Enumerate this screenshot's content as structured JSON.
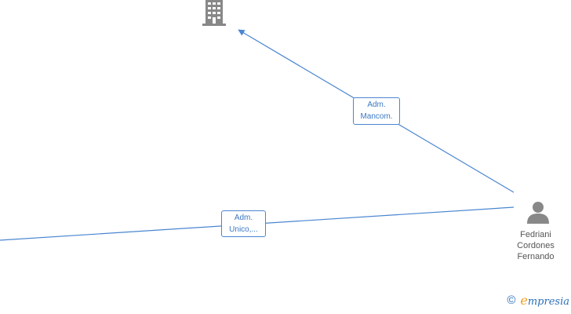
{
  "colors": {
    "edge": "#4a86d0",
    "label_text": "#3b77c4",
    "icon": "#888888",
    "person_text": "#555555",
    "brand": "#2a6fb8",
    "brand_accent": "#f0a020"
  },
  "nodes": {
    "company": {
      "icon": "building-icon"
    },
    "person": {
      "icon": "person-icon",
      "name_lines": [
        "Fedriani",
        "Cordones",
        "Fernando"
      ]
    }
  },
  "edges": {
    "to_company": {
      "label_lines": [
        "Adm.",
        "Mancom."
      ]
    },
    "to_left": {
      "label_lines": [
        "Adm.",
        "Unico,..."
      ]
    }
  },
  "footer": {
    "copyright_symbol": "©",
    "brand_first_letter": "e",
    "brand_rest": "mpresia"
  }
}
